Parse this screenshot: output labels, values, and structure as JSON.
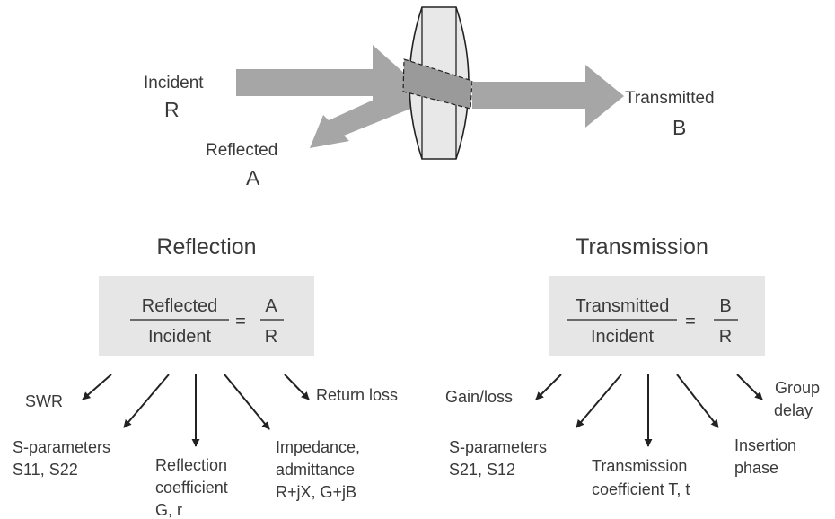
{
  "top": {
    "incident_label": "Incident",
    "incident_symbol": "R",
    "reflected_label": "Reflected",
    "reflected_symbol": "A",
    "transmitted_label": "Transmitted",
    "transmitted_symbol": "B"
  },
  "reflection": {
    "heading": "Reflection",
    "numerator": "Reflected",
    "denominator": "Incident",
    "equals": "=",
    "ratio_numerator": "A",
    "ratio_denominator": "R",
    "outputs": {
      "swr": "SWR",
      "s_params": [
        "S-parameters",
        "S11, S22"
      ],
      "coefficient": [
        "Reflection",
        "coefficient",
        "G, r"
      ],
      "impedance": [
        "Impedance,",
        "admittance",
        "R+jX, G+jB"
      ],
      "return_loss": "Return loss"
    }
  },
  "transmission": {
    "heading": "Transmission",
    "numerator": "Transmitted",
    "denominator": "Incident",
    "equals": "=",
    "ratio_numerator": "B",
    "ratio_denominator": "R",
    "outputs": {
      "gain": "Gain/loss",
      "s_params": [
        "S-parameters",
        "S21, S12"
      ],
      "coefficient": [
        "Transmission",
        "coefficient T, t"
      ],
      "insertion": [
        "Insertion",
        "phase"
      ],
      "group_delay": [
        "Group",
        "delay"
      ]
    }
  },
  "colors": {
    "arrow_fill": "#a6a6a6",
    "box_fill": "#e6e6e6",
    "lens_fill": "#e8e8e8",
    "text": "#3a3a3a",
    "line": "#222222"
  }
}
